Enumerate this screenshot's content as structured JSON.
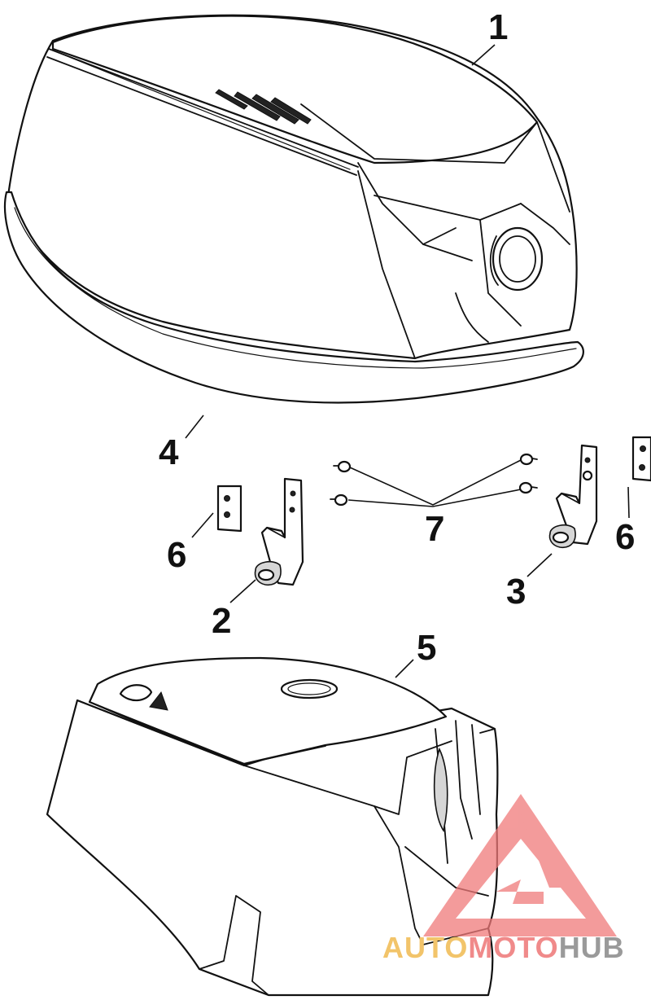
{
  "callouts": [
    {
      "id": "1",
      "label": "1"
    },
    {
      "id": "2",
      "label": "2"
    },
    {
      "id": "3",
      "label": "3"
    },
    {
      "id": "4",
      "label": "4"
    },
    {
      "id": "5",
      "label": "5"
    },
    {
      "id": "6a",
      "label": "6"
    },
    {
      "id": "6b",
      "label": "6"
    },
    {
      "id": "7",
      "label": "7"
    }
  ],
  "watermark": {
    "part1": "AUTO",
    "part2": "MOTO",
    "part3": "HUB",
    "colors": {
      "auto": "#f2c46a",
      "moto": "#f08a8a",
      "hub": "#9a9a9a",
      "logo": "#f07a7a"
    }
  }
}
